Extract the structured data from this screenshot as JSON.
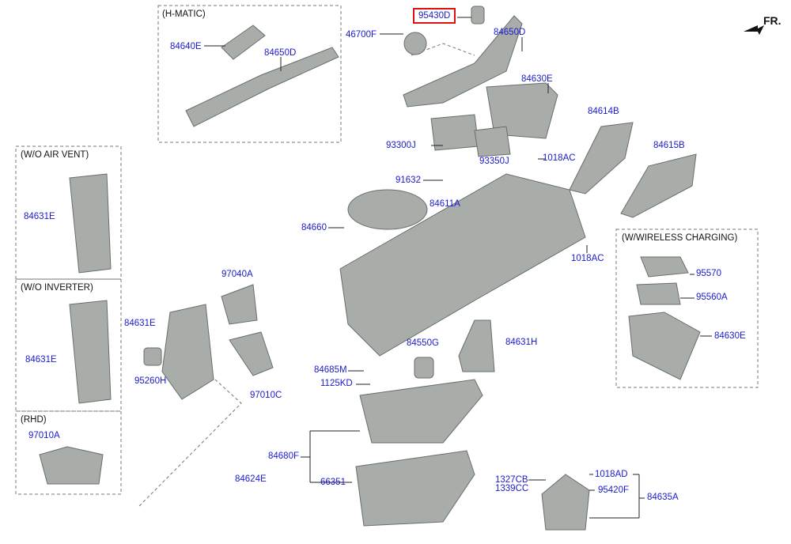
{
  "diagram": {
    "orientation_label": "FR.",
    "highlight_color": "#e01010",
    "label_color": "#1a1acc",
    "groups": [
      "(H-MATIC)",
      "(W/O AIR VENT)",
      "(W/O INVERTER)",
      "(RHD)",
      "(W/WIRELESS CHARGING)"
    ],
    "parts": [
      "84640E",
      "84650D",
      "95430D",
      "46700F",
      "84650D",
      "84630E",
      "84614B",
      "84615B",
      "93300J",
      "93350J",
      "1018AC",
      "91632",
      "84611A",
      "84660",
      "1018AC",
      "84631E",
      "84631E",
      "97010A",
      "97040A",
      "84631E",
      "95260H",
      "97010C",
      "84550G",
      "84631H",
      "84685M",
      "1125KD",
      "84680F",
      "66351",
      "84624E",
      "1327CB",
      "1339CC",
      "1018AD",
      "95420F",
      "84635A",
      "95570",
      "95560A",
      "84630E"
    ],
    "highlighted_part": "95430D"
  }
}
